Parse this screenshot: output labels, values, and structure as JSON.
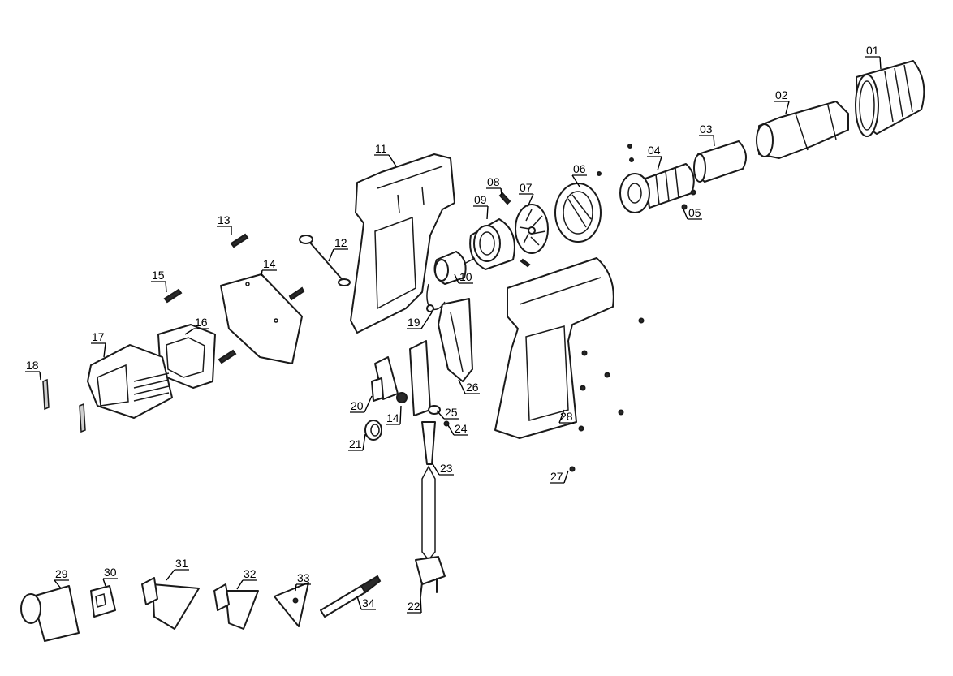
{
  "colors": {
    "ink": "#1a1a1a",
    "background": "#ffffff",
    "shade": "#cfcfcf"
  },
  "parts": [
    {
      "id": "01",
      "label": "01"
    },
    {
      "id": "02",
      "label": "02"
    },
    {
      "id": "03",
      "label": "03"
    },
    {
      "id": "04",
      "label": "04"
    },
    {
      "id": "05",
      "label": "05"
    },
    {
      "id": "06",
      "label": "06"
    },
    {
      "id": "07",
      "label": "07"
    },
    {
      "id": "08",
      "label": "08"
    },
    {
      "id": "09",
      "label": "09"
    },
    {
      "id": "10",
      "label": "10"
    },
    {
      "id": "11",
      "label": "11"
    },
    {
      "id": "12",
      "label": "12"
    },
    {
      "id": "13",
      "label": "13"
    },
    {
      "id": "14a",
      "label": "14"
    },
    {
      "id": "14b",
      "label": "14"
    },
    {
      "id": "15",
      "label": "15"
    },
    {
      "id": "16",
      "label": "16"
    },
    {
      "id": "17",
      "label": "17"
    },
    {
      "id": "18",
      "label": "18"
    },
    {
      "id": "19",
      "label": "19"
    },
    {
      "id": "20",
      "label": "20"
    },
    {
      "id": "21",
      "label": "21"
    },
    {
      "id": "22",
      "label": "22"
    },
    {
      "id": "23",
      "label": "23"
    },
    {
      "id": "24",
      "label": "24"
    },
    {
      "id": "25",
      "label": "25"
    },
    {
      "id": "26",
      "label": "26"
    },
    {
      "id": "27",
      "label": "27"
    },
    {
      "id": "28",
      "label": "28"
    },
    {
      "id": "29",
      "label": "29"
    },
    {
      "id": "30",
      "label": "30"
    },
    {
      "id": "31",
      "label": "31"
    },
    {
      "id": "32",
      "label": "32"
    },
    {
      "id": "33",
      "label": "33"
    },
    {
      "id": "34",
      "label": "34"
    }
  ]
}
